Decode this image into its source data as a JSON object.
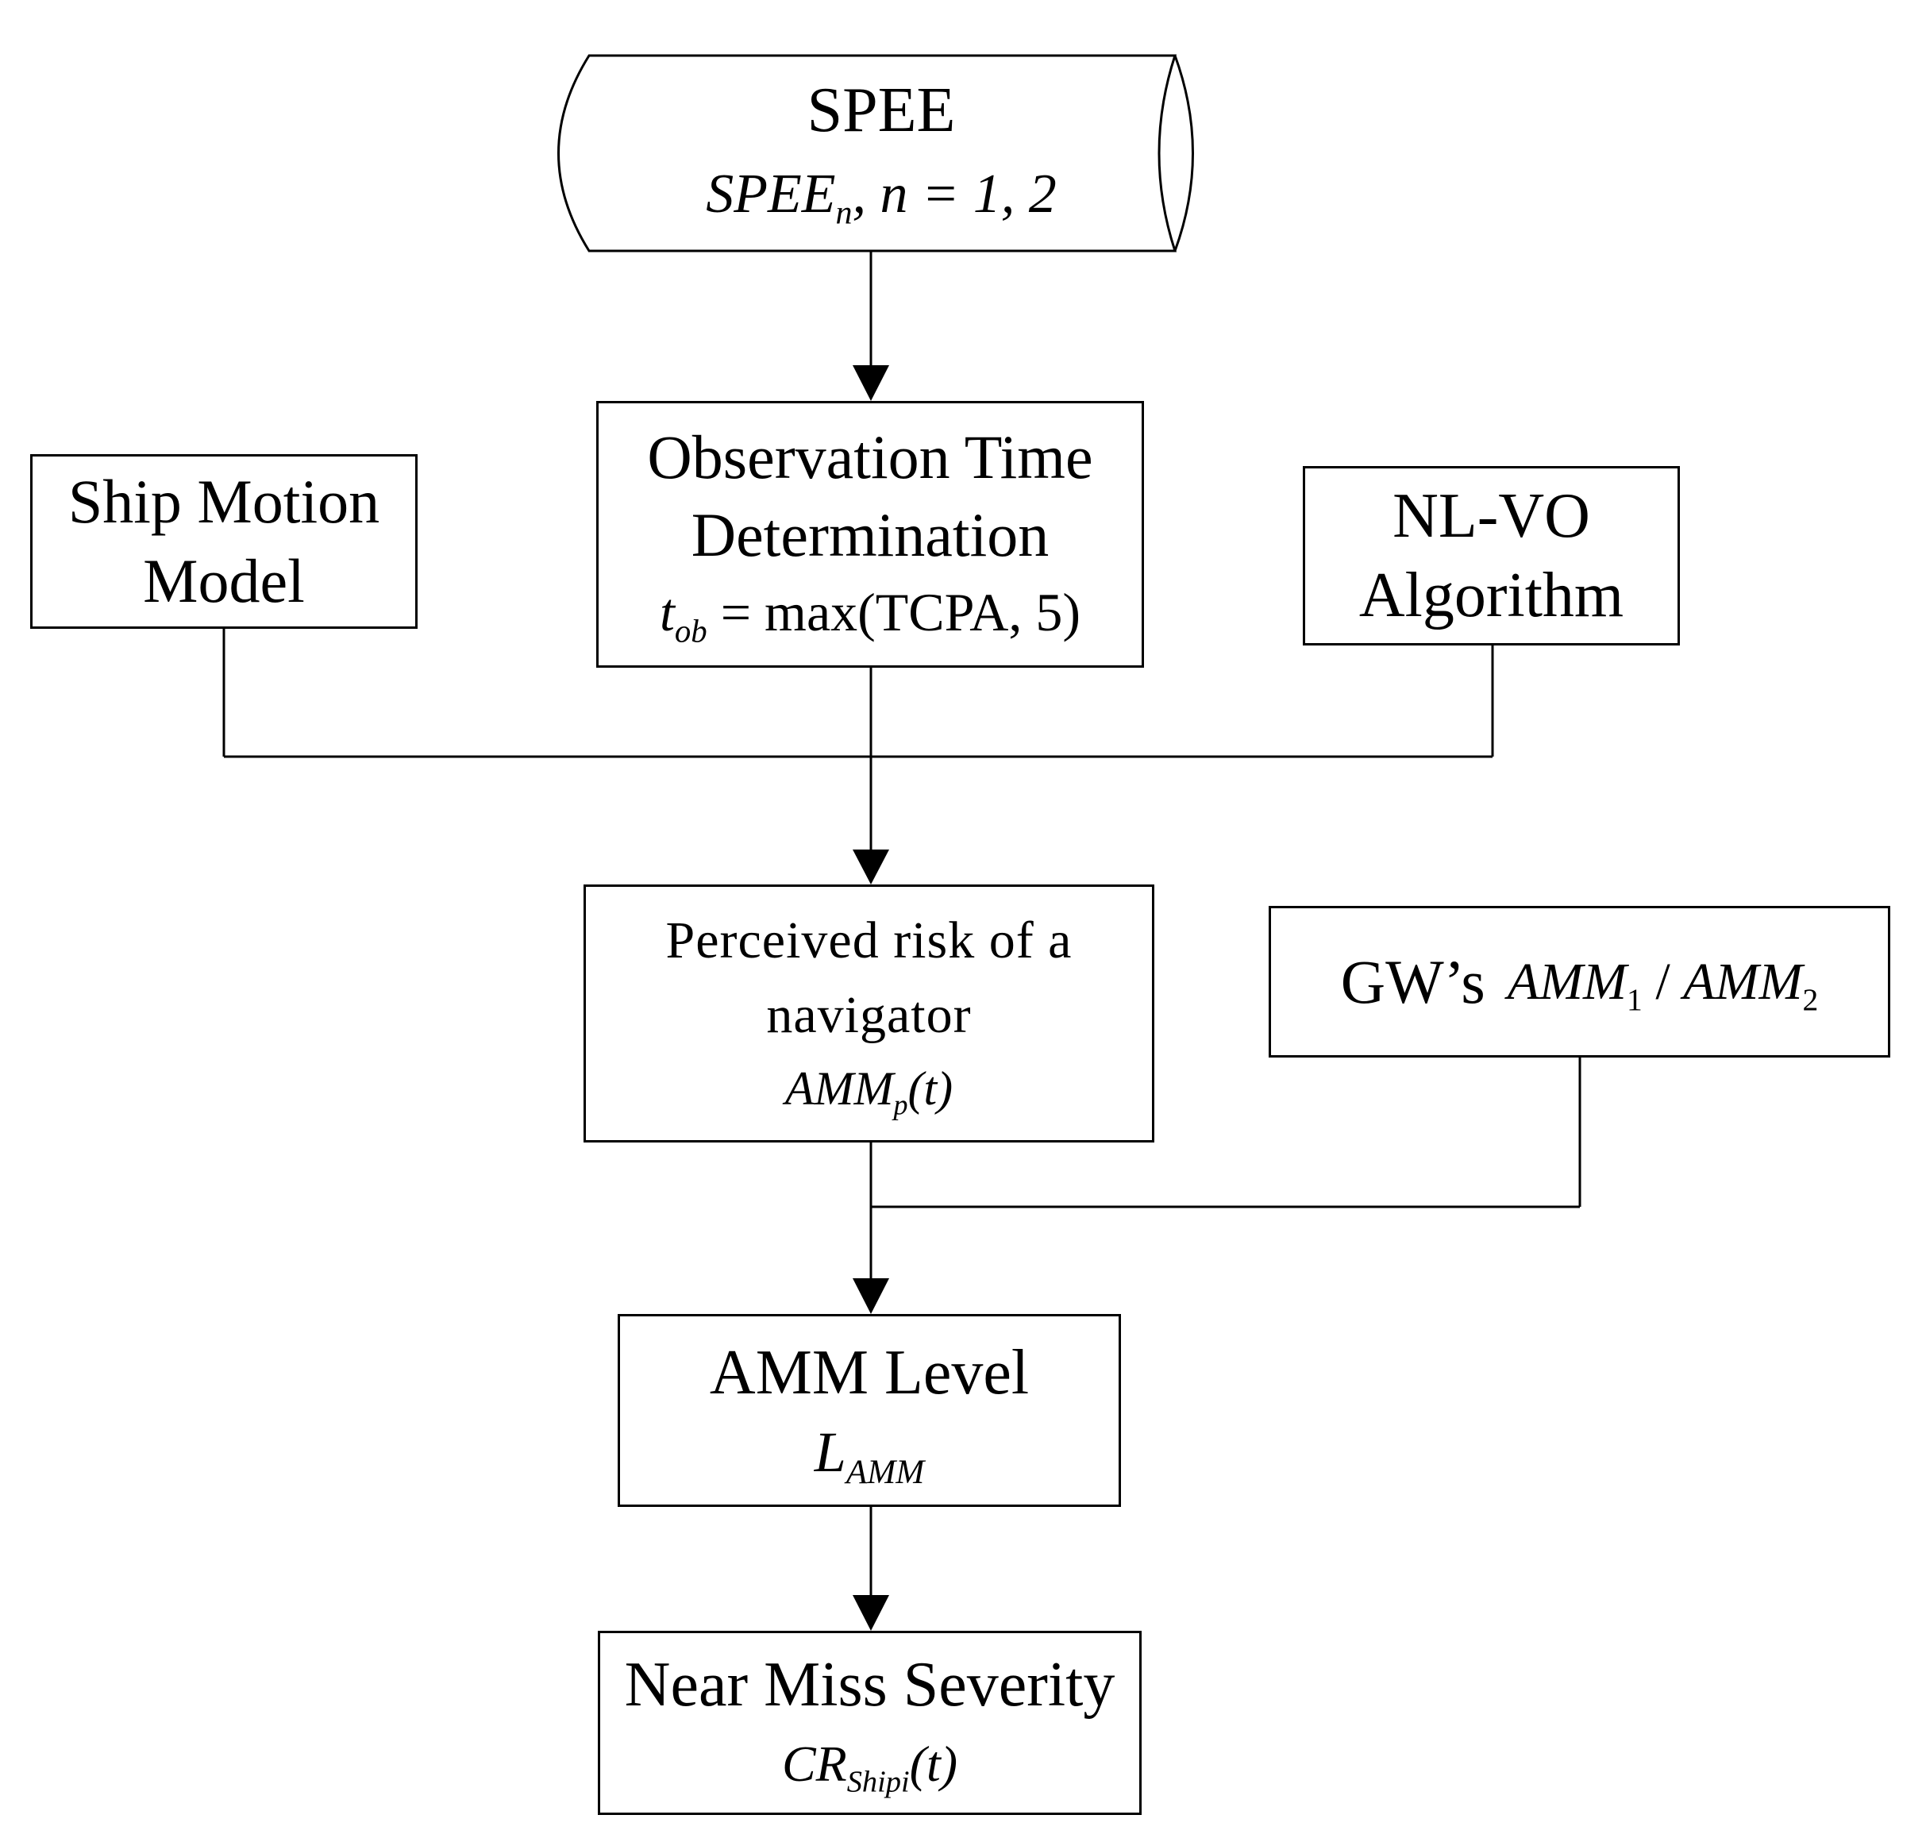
{
  "nodes": {
    "speee": {
      "title": "SPEE",
      "math_base": "SPEE",
      "math_sub": "n",
      "math_rest": ", n = 1, 2"
    },
    "observation_time": {
      "line1": "Observation Time",
      "line2": "Determination",
      "math_t": "t",
      "math_sub": "ob",
      "math_rest": " = max(TCPA, 5)"
    },
    "ship_motion": {
      "line1": "Ship Motion",
      "line2": "Model"
    },
    "nl_vo": {
      "line1": "NL-VO",
      "line2": "Algorithm"
    },
    "perceived_risk": {
      "line1": "Perceived risk of a",
      "line2": "navigator",
      "math_base": "AMM",
      "math_sub": "p",
      "math_rest": "(t)"
    },
    "gw": {
      "label": "GW’s",
      "math_a": "AMM",
      "math_a_sub": "1",
      "math_sep": " / ",
      "math_b": "AMM",
      "math_b_sub": "2"
    },
    "amm_level": {
      "title": "AMM Level",
      "math_base": "L",
      "math_sub": "AMM"
    },
    "near_miss": {
      "title": "Near Miss Severity",
      "math_base": "CR",
      "math_sub": "Shipi",
      "math_rest": "(t)"
    }
  },
  "colors": {
    "stroke": "#000000",
    "background": "#ffffff"
  }
}
